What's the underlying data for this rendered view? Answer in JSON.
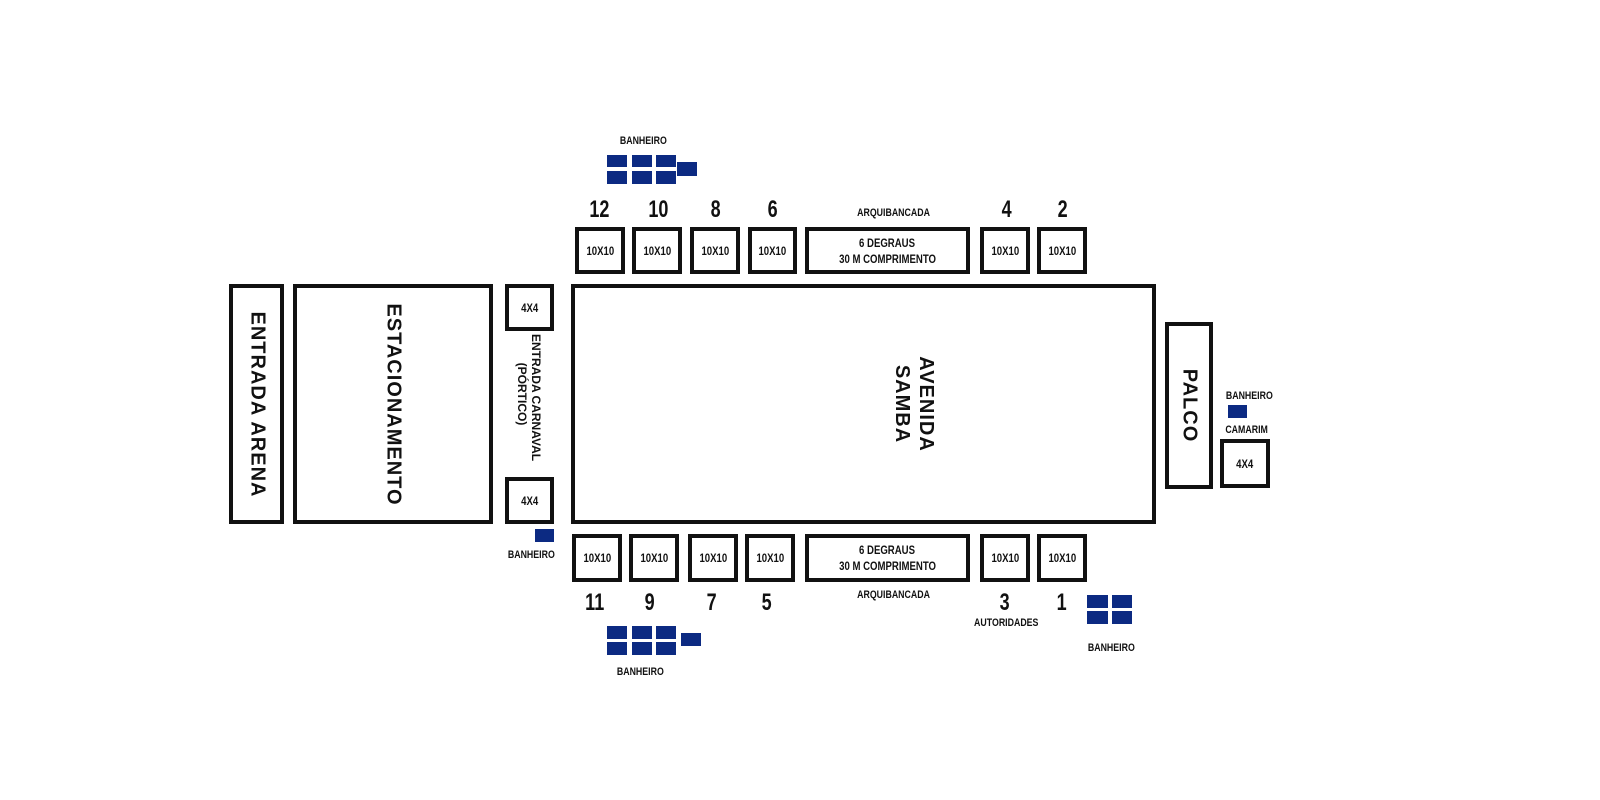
{
  "colors": {
    "toilet": "#0c2a82",
    "outline": "#111111"
  },
  "entrada_arena": "ENTRADA ARENA",
  "estacionamento": "ESTACIONAMENTO",
  "entrada_carnaval": {
    "line1": "ENTRADA CARNAVAL",
    "line2": "(PÓRTICO)"
  },
  "portico_tents": [
    "4X4",
    "4X4"
  ],
  "avenida": {
    "line1": "AVENIDA",
    "line2": "SAMBA"
  },
  "palco": "PALCO",
  "camarim": {
    "banheiro": "BANHEIRO",
    "label": "CAMARIM",
    "tent": "4X4"
  },
  "banheiro_label": "BANHEIRO",
  "top_row": {
    "numbers": [
      "12",
      "10",
      "8",
      "6",
      "4",
      "2"
    ],
    "booths": [
      "10X10",
      "10X10",
      "10X10",
      "10X10",
      "10X10",
      "10X10"
    ],
    "arquibancada": {
      "title": "ARQUIBANCADA",
      "line1": "6 DEGRAUS",
      "line2": "30 M COMPRIMENTO"
    }
  },
  "bottom_row": {
    "numbers": [
      "11",
      "9",
      "7",
      "5",
      "3",
      "1"
    ],
    "booths": [
      "10X10",
      "10X10",
      "10X10",
      "10X10",
      "10X10",
      "10X10"
    ],
    "arquibancada": {
      "title": "ARQUIBANCADA",
      "line1": "6 DEGRAUS",
      "line2": "30 M COMPRIMENTO"
    },
    "autoridades": "AUTORIDADES"
  }
}
